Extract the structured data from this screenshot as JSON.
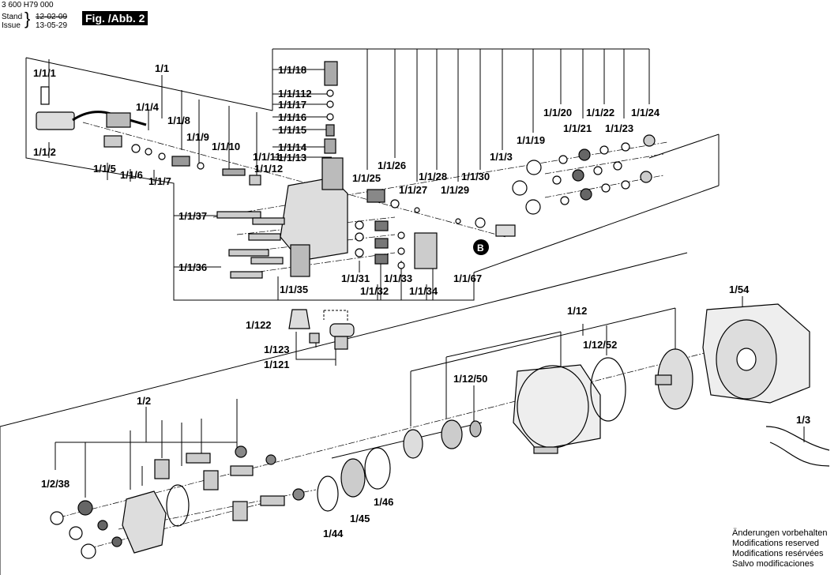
{
  "header": {
    "doc_number": "3 600 H79 000",
    "stand_label": "Stand",
    "stand_date": "12-02-09",
    "issue_label": "Issue",
    "issue_date": "13-05-29",
    "figure_label": "Fig. /Abb. 2"
  },
  "callouts": [
    {
      "id": "c1",
      "text": "1/1/1"
    },
    {
      "id": "c2",
      "text": "1/1"
    },
    {
      "id": "c3",
      "text": "1/1/4"
    },
    {
      "id": "c4",
      "text": "1/1/8"
    },
    {
      "id": "c5",
      "text": "1/1/9"
    },
    {
      "id": "c6",
      "text": "1/1/10"
    },
    {
      "id": "c7",
      "text": "1/1/11"
    },
    {
      "id": "c8",
      "text": "1/1/12"
    },
    {
      "id": "c9",
      "text": "1/1/2"
    },
    {
      "id": "c10",
      "text": "1/1/5"
    },
    {
      "id": "c11",
      "text": "1/1/6"
    },
    {
      "id": "c12",
      "text": "1/1/7"
    },
    {
      "id": "c13",
      "text": "1/1/18"
    },
    {
      "id": "c14",
      "text": "1/1/112"
    },
    {
      "id": "c15",
      "text": "1/1/17"
    },
    {
      "id": "c16",
      "text": "1/1/16"
    },
    {
      "id": "c17",
      "text": "1/1/15"
    },
    {
      "id": "c18",
      "text": "1/1/14"
    },
    {
      "id": "c19",
      "text": "1/1/13"
    },
    {
      "id": "c20",
      "text": "1/1/20"
    },
    {
      "id": "c21",
      "text": "1/1/22"
    },
    {
      "id": "c22",
      "text": "1/1/24"
    },
    {
      "id": "c23",
      "text": "1/1/21"
    },
    {
      "id": "c24",
      "text": "1/1/23"
    },
    {
      "id": "c25",
      "text": "1/1/19"
    },
    {
      "id": "c26",
      "text": "1/1/3"
    },
    {
      "id": "c27",
      "text": "1/1/26"
    },
    {
      "id": "c28",
      "text": "1/1/28"
    },
    {
      "id": "c29",
      "text": "1/1/30"
    },
    {
      "id": "c30",
      "text": "1/1/25"
    },
    {
      "id": "c31",
      "text": "1/1/27"
    },
    {
      "id": "c32",
      "text": "1/1/29"
    },
    {
      "id": "c33",
      "text": "1/1/37"
    },
    {
      "id": "c34",
      "text": "1/1/36"
    },
    {
      "id": "c35",
      "text": "1/1/31"
    },
    {
      "id": "c36",
      "text": "1/1/33"
    },
    {
      "id": "c37",
      "text": "1/1/67"
    },
    {
      "id": "c38",
      "text": "1/1/32"
    },
    {
      "id": "c39",
      "text": "1/1/34"
    },
    {
      "id": "c40",
      "text": "1/1/35"
    },
    {
      "id": "c41",
      "text": "1/122"
    },
    {
      "id": "c42",
      "text": "1/123"
    },
    {
      "id": "c43",
      "text": "1/121"
    },
    {
      "id": "c44",
      "text": "1/54"
    },
    {
      "id": "c45",
      "text": "1/12"
    },
    {
      "id": "c46",
      "text": "1/12/52"
    },
    {
      "id": "c47",
      "text": "1/12/50"
    },
    {
      "id": "c48",
      "text": "1/3"
    },
    {
      "id": "c49",
      "text": "1/2"
    },
    {
      "id": "c50",
      "text": "1/2/38"
    },
    {
      "id": "c51",
      "text": "1/46"
    },
    {
      "id": "c52",
      "text": "1/45"
    },
    {
      "id": "c53",
      "text": "1/44"
    }
  ],
  "marker_b": "B",
  "notes": [
    "Änderungen vorbehalten",
    "Modifications reserved",
    "Modifications resérvées",
    "Salvo modificaciones"
  ]
}
